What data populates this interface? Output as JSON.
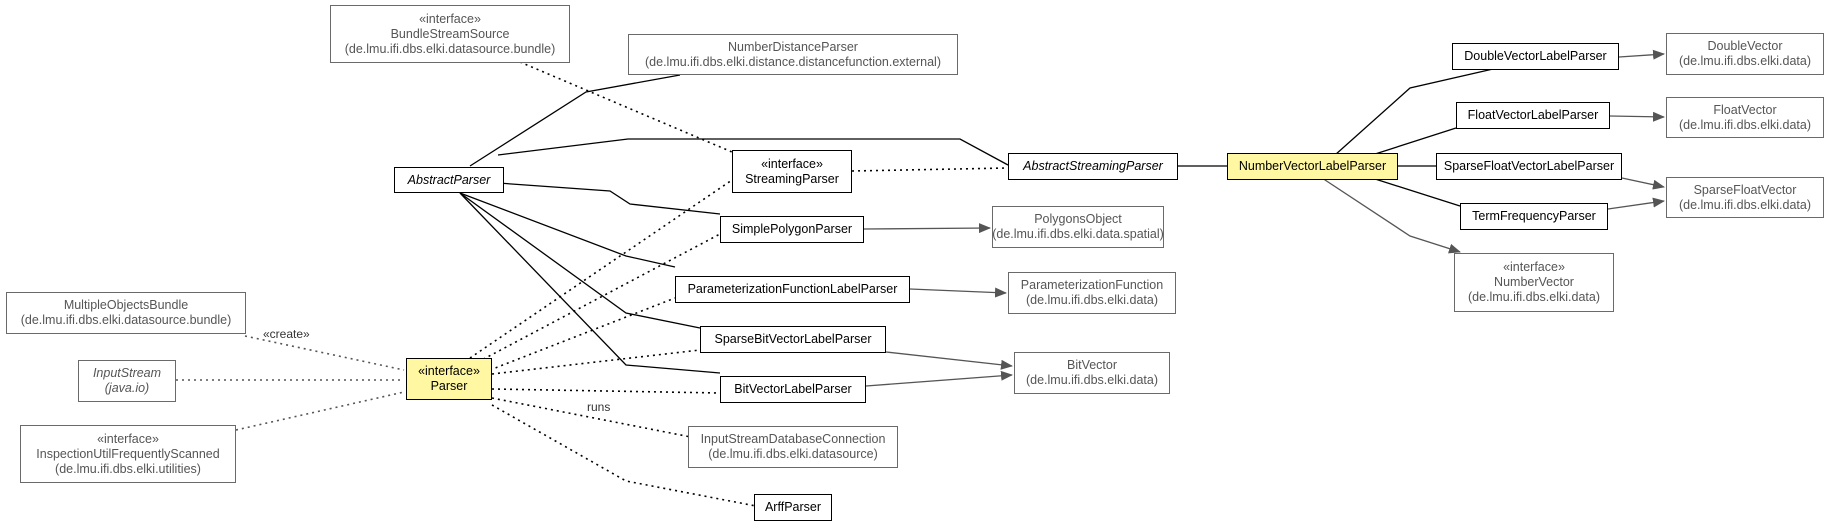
{
  "nodes": {
    "bundle_stream_source": {
      "stereotype": "«interface»",
      "name": "BundleStreamSource",
      "package": "(de.lmu.ifi.dbs.elki.datasource.bundle)"
    },
    "number_distance_parser": {
      "name": "NumberDistanceParser",
      "package": "(de.lmu.ifi.dbs.elki.distance.distancefunction.external)"
    },
    "abstract_parser": {
      "name": "AbstractParser"
    },
    "streaming_parser": {
      "stereotype": "«interface»",
      "name": "StreamingParser"
    },
    "abstract_streaming_parser": {
      "name": "AbstractStreamingParser"
    },
    "number_vector_label_parser": {
      "name": "NumberVectorLabelParser"
    },
    "double_vector_label_parser": {
      "name": "DoubleVectorLabelParser"
    },
    "float_vector_label_parser": {
      "name": "FloatVectorLabelParser"
    },
    "sparse_float_vector_label_parser": {
      "name": "SparseFloatVectorLabelParser"
    },
    "term_frequency_parser": {
      "name": "TermFrequencyParser"
    },
    "double_vector": {
      "name": "DoubleVector",
      "package": "(de.lmu.ifi.dbs.elki.data)"
    },
    "float_vector": {
      "name": "FloatVector",
      "package": "(de.lmu.ifi.dbs.elki.data)"
    },
    "sparse_float_vector": {
      "name": "SparseFloatVector",
      "package": "(de.lmu.ifi.dbs.elki.data)"
    },
    "number_vector": {
      "stereotype": "«interface»",
      "name": "NumberVector",
      "package": "(de.lmu.ifi.dbs.elki.data)"
    },
    "simple_polygon_parser": {
      "name": "SimplePolygonParser"
    },
    "polygons_object": {
      "name": "PolygonsObject",
      "package": "(de.lmu.ifi.dbs.elki.data.spatial)"
    },
    "parameterization_function_label_parser": {
      "name": "ParameterizationFunctionLabelParser"
    },
    "parameterization_function": {
      "name": "ParameterizationFunction",
      "package": "(de.lmu.ifi.dbs.elki.data)"
    },
    "sparse_bit_vector_label_parser": {
      "name": "SparseBitVectorLabelParser"
    },
    "bit_vector_label_parser": {
      "name": "BitVectorLabelParser"
    },
    "bit_vector": {
      "name": "BitVector",
      "package": "(de.lmu.ifi.dbs.elki.data)"
    },
    "multiple_objects_bundle": {
      "name": "MultipleObjectsBundle",
      "package": "(de.lmu.ifi.dbs.elki.datasource.bundle)"
    },
    "input_stream": {
      "name": "InputStream",
      "package": "(java.io)"
    },
    "inspection_util": {
      "stereotype": "«interface»",
      "name": "InspectionUtilFrequentlyScanned",
      "package": "(de.lmu.ifi.dbs.elki.utilities)"
    },
    "parser": {
      "stereotype": "«interface»",
      "name": "Parser"
    },
    "input_stream_database_connection": {
      "name": "InputStreamDatabaseConnection",
      "package": "(de.lmu.ifi.dbs.elki.datasource)"
    },
    "arff_parser": {
      "name": "ArffParser"
    }
  },
  "edge_labels": {
    "create": "«create»",
    "runs": "runs"
  },
  "colors": {
    "highlight": "#fff7a1",
    "line": "#000000",
    "dependency": "#555555"
  }
}
